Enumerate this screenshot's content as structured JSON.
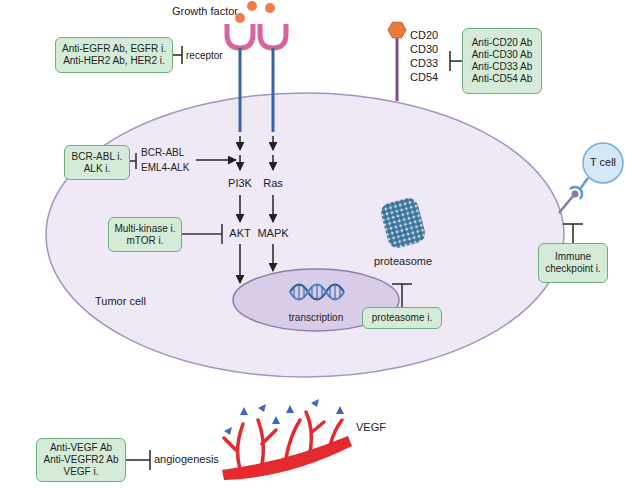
{
  "diagram": {
    "nodes": [
      {
        "text": [
          "Anti-EGFR Ab, EGFR i. Anti-HER2 Ab, HER2 i."
        ]
      },
      {
        "text": [
          "Anti-CD20 Ab Anti-CD30 Ab Anti-CD33 Ab Anti-CD54 Ab"
        ]
      },
      {
        "text": [
          "Tumor cell"
        ]
      },
      {
        "text": [
          "BCR-ABL i. ALK i."
        ]
      },
      {
        "text": [
          "T cell"
        ]
      },
      {
        "text": [
          "Multi-kinase i. mTOR i."
        ]
      },
      {
        "text": [
          "Immune checkpoint i."
        ]
      },
      {
        "text": [
          "transcription"
        ],
        "in": 2
      },
      {
        "text": [
          "proteasome i."
        ],
        "in": 2
      },
      {
        "text": [
          "Anti-VEGF Ab Anti-VEGFR2 Ab VEGF i."
        ]
      }
    ],
    "labels": [
      "Growth factor",
      "receptor",
      "CD20",
      "CD30",
      "CD33",
      "CD54",
      "BCR-ABL",
      "EML4-ALK",
      "PI3K",
      "Ras",
      "AKT",
      "MAPK",
      "proteasome",
      "VEGF",
      "angiogenesis"
    ]
  }
}
